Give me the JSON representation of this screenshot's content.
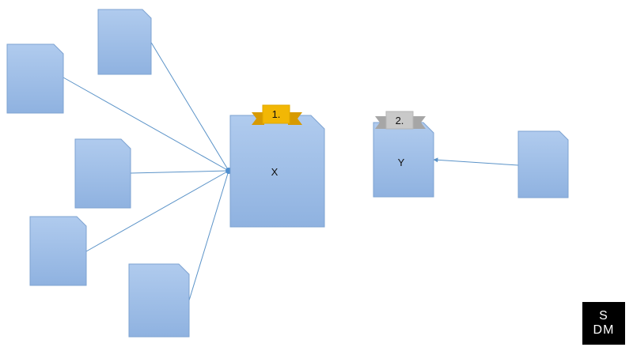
{
  "colors": {
    "doc_fill_top": "#b0cbee",
    "doc_fill_bottom": "#8fb2e0",
    "doc_stroke": "#7ea3d2",
    "edge": "#5b93c8",
    "hub_dot": "#4f8fcf",
    "gold": "#f2b705",
    "gold_dark": "#d79a00",
    "silver": "#c9c9c9",
    "silver_dark": "#a6a6a6",
    "logo_bg": "#000000",
    "logo_text": "#ffffff"
  },
  "nodes": [
    {
      "id": "X",
      "label": "X",
      "rank": "1."
    },
    {
      "id": "Y",
      "label": "Y",
      "rank": "2."
    }
  ],
  "logo": {
    "line1": "S",
    "line2": "DM"
  }
}
